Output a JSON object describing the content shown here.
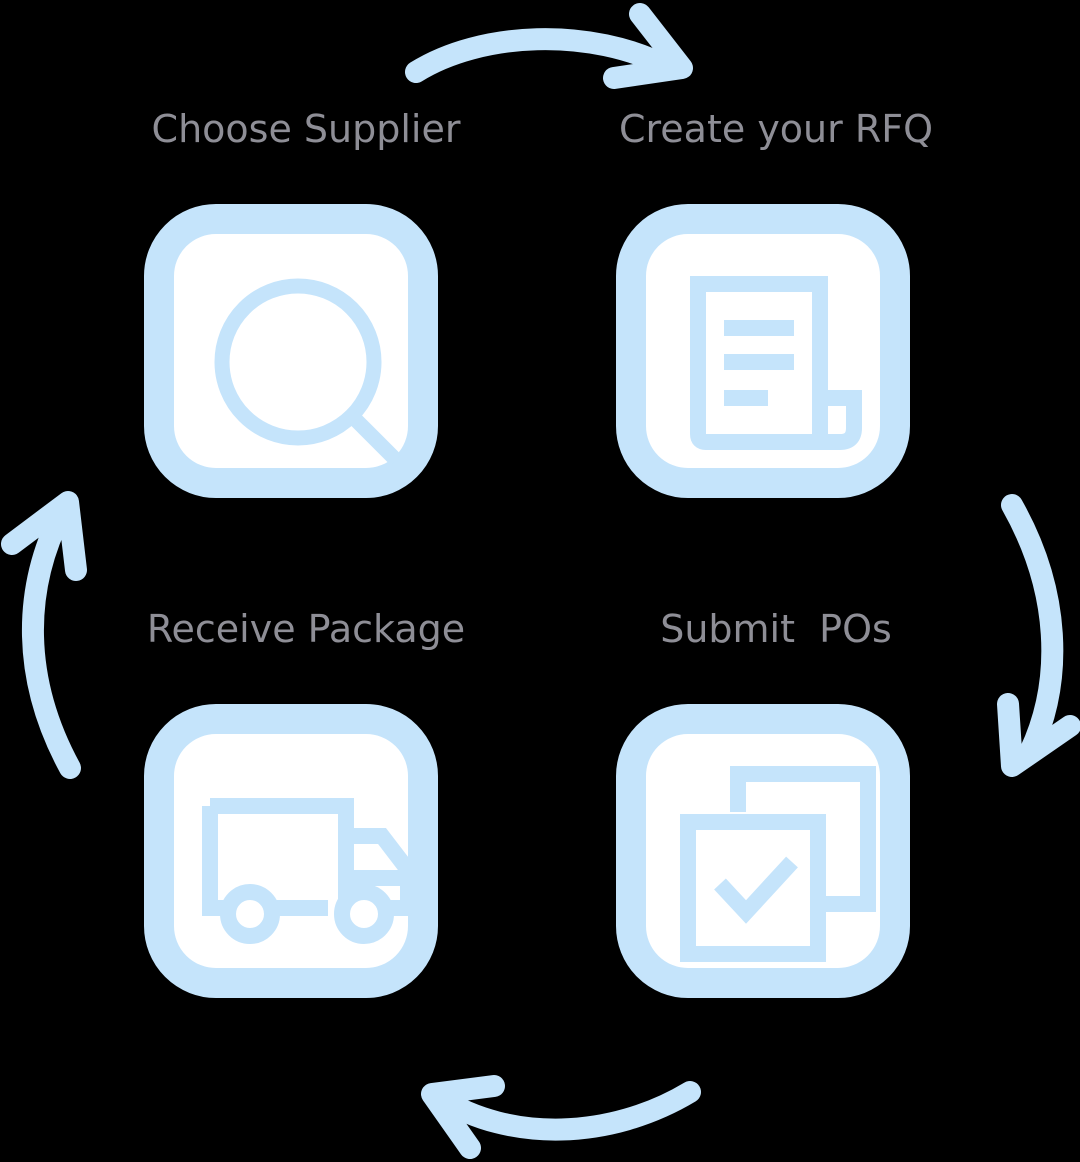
{
  "colors": {
    "background": "#000000",
    "accent": "#c5e4fb",
    "tile_fill": "#ffffff",
    "label_text": "#8e8e96"
  },
  "steps": [
    {
      "label": "Choose Supplier",
      "icon": "search-icon"
    },
    {
      "label": "Create your RFQ",
      "icon": "document-icon"
    },
    {
      "label": "Submit  POs",
      "icon": "checked-documents-icon"
    },
    {
      "label": "Receive Package",
      "icon": "delivery-truck-icon"
    }
  ],
  "cycle_arrows": [
    {
      "from": "Choose Supplier",
      "to": "Create your RFQ",
      "direction": "clockwise"
    },
    {
      "from": "Create your RFQ",
      "to": "Submit  POs",
      "direction": "clockwise"
    },
    {
      "from": "Submit  POs",
      "to": "Receive Package",
      "direction": "clockwise"
    },
    {
      "from": "Receive Package",
      "to": "Choose Supplier",
      "direction": "clockwise"
    }
  ]
}
